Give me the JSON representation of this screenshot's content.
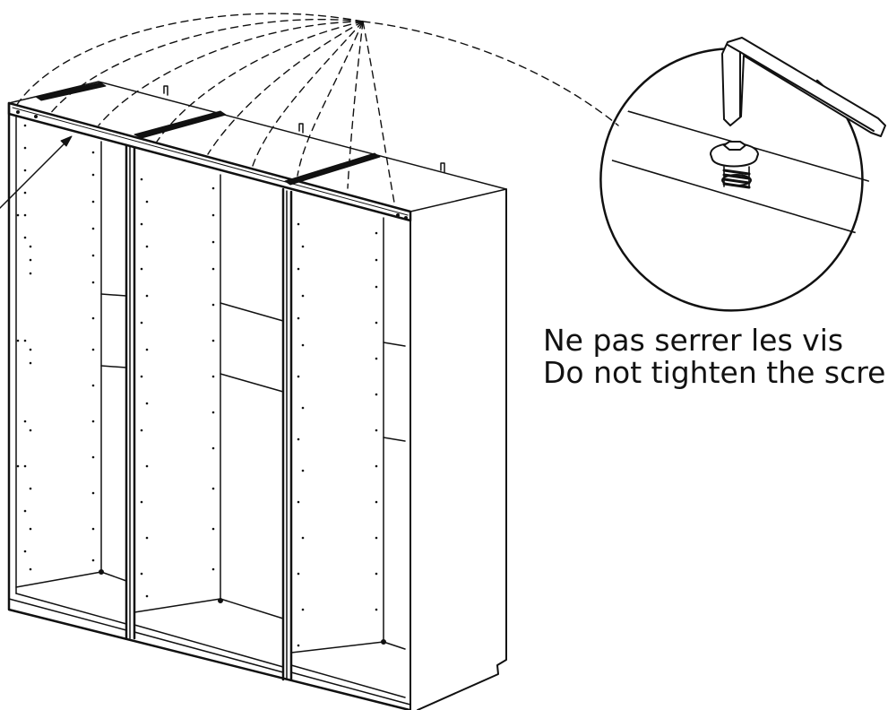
{
  "instructions": {
    "caption_fr": "Ne pas serrer les vis",
    "caption_en": "Do not tighten the scre"
  },
  "illustration": {
    "subject": "three-section wardrobe carcass with top rail screws",
    "detail_view": "hex key driving a round-head screw into the top rail",
    "screw_count": 9
  },
  "colors": {
    "line": "#111111",
    "background": "#ffffff"
  }
}
